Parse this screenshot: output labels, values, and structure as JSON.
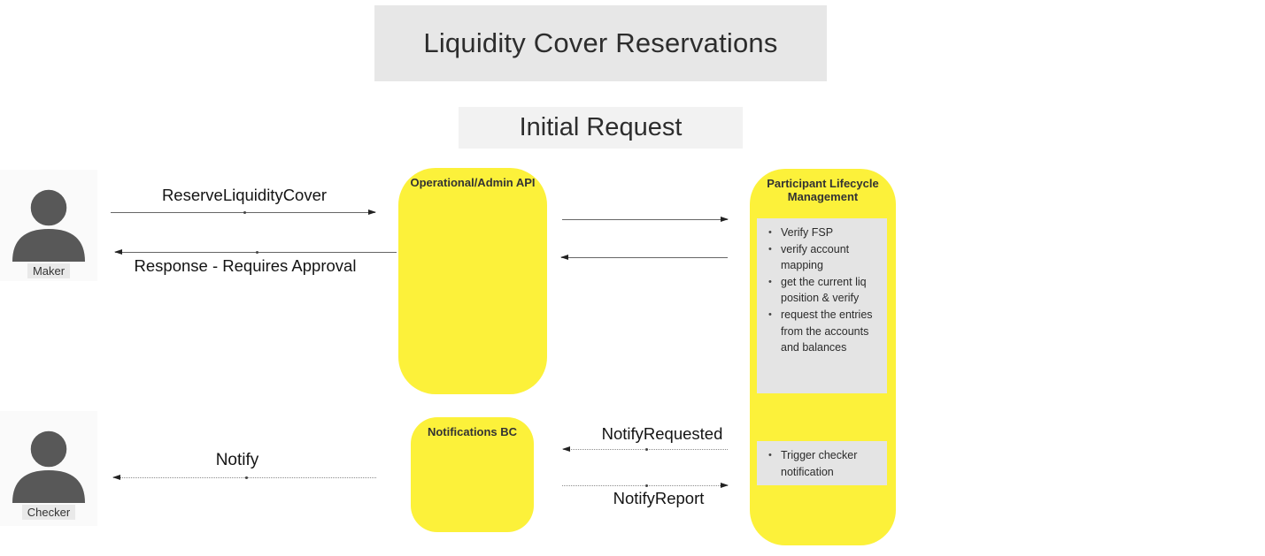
{
  "header": {
    "title": "Liquidity Cover Reservations",
    "subtitle": "Initial Request"
  },
  "actors": [
    {
      "id": "maker",
      "label": "Maker",
      "icon": "person-icon"
    },
    {
      "id": "checker",
      "label": "Checker",
      "icon": "person-icon"
    }
  ],
  "nodes": {
    "operational_api": {
      "title": "Operational/Admin API"
    },
    "notifications_bc": {
      "title": "Notifications BC"
    },
    "plm": {
      "title": "Participant Lifecycle Management",
      "checks": [
        "Verify FSP",
        "verify account mapping",
        "get the current liq position & verify",
        "request the entries from the accounts and balances"
      ],
      "trigger": [
        "Trigger checker notification"
      ]
    }
  },
  "arrows": {
    "reserve": {
      "label": "ReserveLiquidityCover",
      "style": "solid",
      "direction": "right"
    },
    "response": {
      "label": "Response - Requires Approval",
      "style": "solid",
      "direction": "left"
    },
    "api_to_plm": {
      "label": "",
      "style": "solid",
      "direction": "right"
    },
    "plm_to_api": {
      "label": "",
      "style": "solid",
      "direction": "left"
    },
    "notify": {
      "label": "Notify",
      "style": "dotted",
      "direction": "left"
    },
    "notify_requested": {
      "label": "NotifyRequested",
      "style": "dotted",
      "direction": "left"
    },
    "notify_report": {
      "label": "NotifyReport",
      "style": "dotted",
      "direction": "right"
    }
  },
  "colors": {
    "node_yellow": "#FCF13A",
    "title_bar_gray": "#e7e7e7",
    "subtitle_bar_gray": "#f2f2f2",
    "inner_panel_gray": "#e4e4e4",
    "actor_bg": "#fafafa",
    "person_icon_gray": "#585858",
    "line_gray": "#666666",
    "text_dark": "#2d2d2d"
  }
}
